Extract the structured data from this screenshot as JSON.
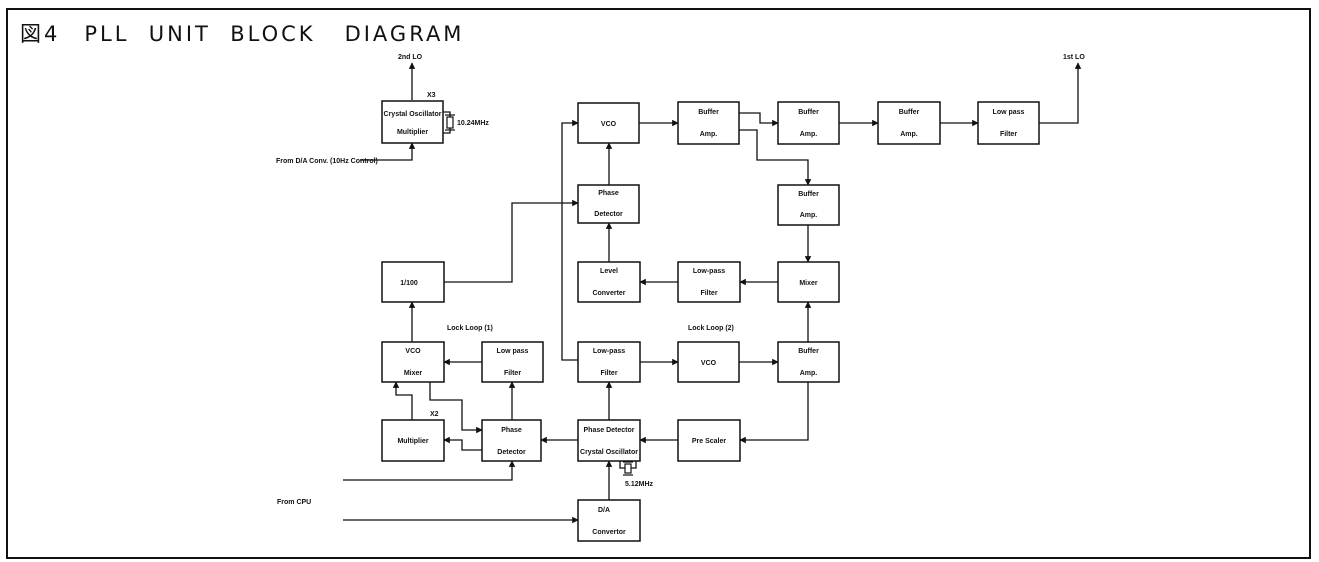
{
  "title": "図4　PLL  UNIT  BLOCK   DIAGRAM",
  "colors": {
    "ink": "#111111",
    "paper": "#ffffff"
  },
  "blocks": {
    "crystal_osc_mult": [
      "Crystal Oscillator",
      "Multiplier"
    ],
    "vco_top": [
      "VCO"
    ],
    "buffer1": [
      "Buffer",
      "Amp."
    ],
    "buffer2": [
      "Buffer",
      "Amp."
    ],
    "buffer3": [
      "Buffer",
      "Amp."
    ],
    "lpf_out": [
      "Low pass",
      "Filter"
    ],
    "phase_det_top": [
      "Phase",
      "Detector"
    ],
    "buffer_side": [
      "Buffer",
      "Amp."
    ],
    "div100": [
      "1/100"
    ],
    "level_conv": [
      "Level",
      "Converter"
    ],
    "lpf_mid": [
      "Low-pass",
      "Filter"
    ],
    "mixer": [
      "Mixer"
    ],
    "vco_mixer": [
      "VCO",
      "Mixer"
    ],
    "lpf_loop1": [
      "Low pass",
      "Filter"
    ],
    "lpf_loop2": [
      "Low-pass",
      "Filter"
    ],
    "vco2": [
      "VCO"
    ],
    "buffer_loop2": [
      "Buffer",
      "Amp."
    ],
    "multiplier": [
      "Multiplier"
    ],
    "phase_det_loop1": [
      "Phase",
      "Detector"
    ],
    "pd_xtal": [
      "Phase Detector",
      "Crystal Oscillator"
    ],
    "prescaler": [
      "Pre Scaler"
    ],
    "da_conv": [
      "D/A",
      "Convertor"
    ]
  },
  "notes": {
    "second_lo": "2nd  LO",
    "first_lo": "1st  LO",
    "x3": "X3",
    "x2": "X2",
    "crystal_10": "10.24MHz",
    "crystal_5": "5.12MHz",
    "from_da": "From D/A Conv.  (10Hz Control)",
    "from_cpu": "From CPU",
    "lock_loop1": "Lock Loop (1)",
    "lock_loop2": "Lock Loop (2)"
  }
}
